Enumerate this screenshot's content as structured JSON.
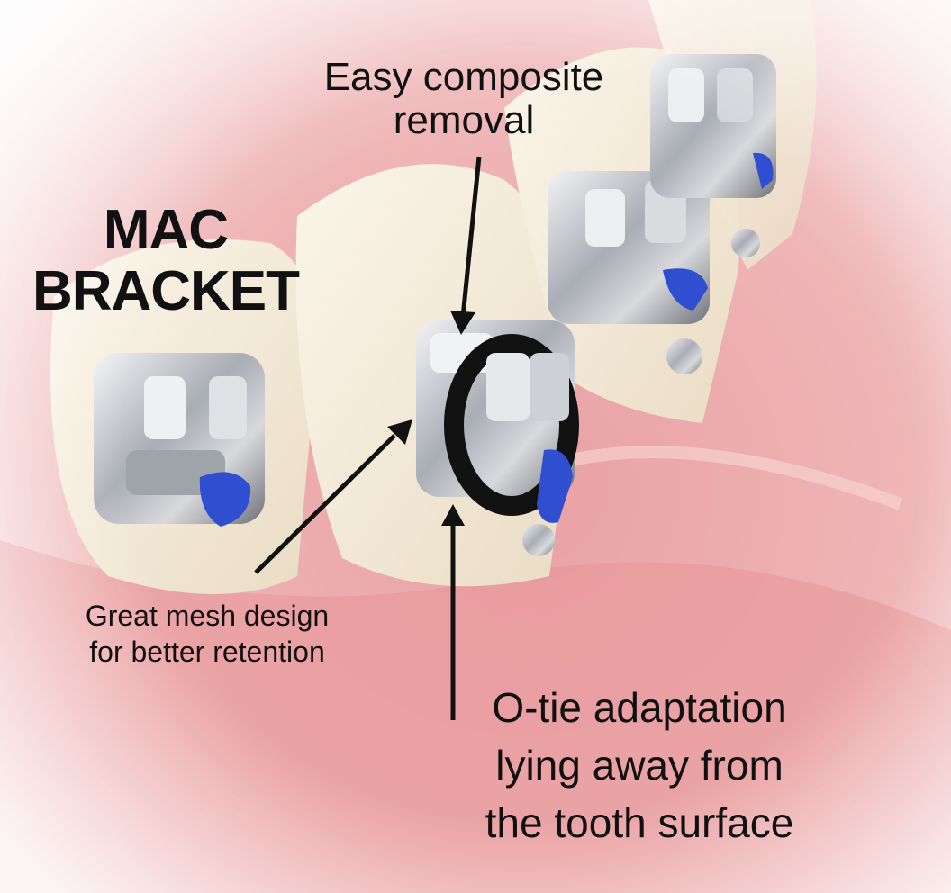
{
  "title": {
    "line1": "MAC",
    "line2": "BRACKET"
  },
  "callouts": {
    "composite": {
      "line1": "Easy composite",
      "line2": "removal"
    },
    "mesh": {
      "line1": "Great mesh design",
      "line2": "for better retention"
    },
    "otie": {
      "line1": "O-tie adaptation",
      "line2": "lying away from",
      "line3": "the tooth surface"
    }
  },
  "colors": {
    "gum": "#e9a3a6",
    "tooth": "#f5ecd9",
    "metal": "#b9bcc2",
    "ligature_blue": "#2f4fd0",
    "otie": "#111111"
  }
}
